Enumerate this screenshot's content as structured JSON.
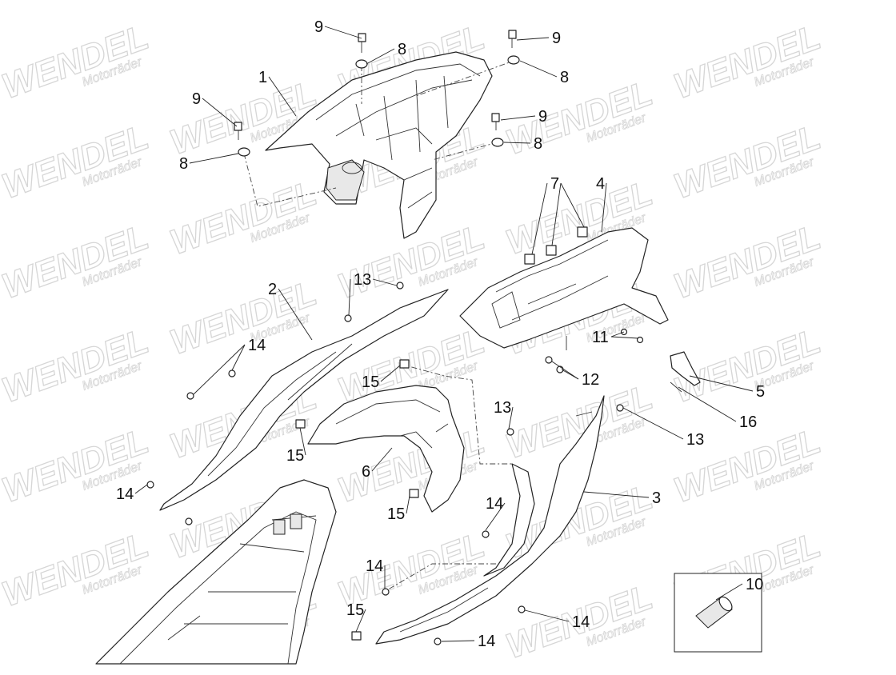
{
  "watermark": {
    "brand": "WENDEL",
    "sub": "Motorräder"
  },
  "callouts": [
    {
      "label": "9"
    },
    {
      "label": "8"
    },
    {
      "label": "1"
    },
    {
      "label": "9"
    },
    {
      "label": "8"
    },
    {
      "label": "9"
    },
    {
      "label": "8"
    },
    {
      "label": "9"
    },
    {
      "label": "8"
    },
    {
      "label": "7"
    },
    {
      "label": "4"
    },
    {
      "label": "2"
    },
    {
      "label": "13"
    },
    {
      "label": "14"
    },
    {
      "label": "15"
    },
    {
      "label": "15"
    },
    {
      "label": "6"
    },
    {
      "label": "13"
    },
    {
      "label": "11"
    },
    {
      "label": "12"
    },
    {
      "label": "5"
    },
    {
      "label": "16"
    },
    {
      "label": "13"
    },
    {
      "label": "14"
    },
    {
      "label": "15"
    },
    {
      "label": "14"
    },
    {
      "label": "3"
    },
    {
      "label": "14"
    },
    {
      "label": "14"
    },
    {
      "label": "15"
    },
    {
      "label": "14"
    },
    {
      "label": "10"
    }
  ]
}
